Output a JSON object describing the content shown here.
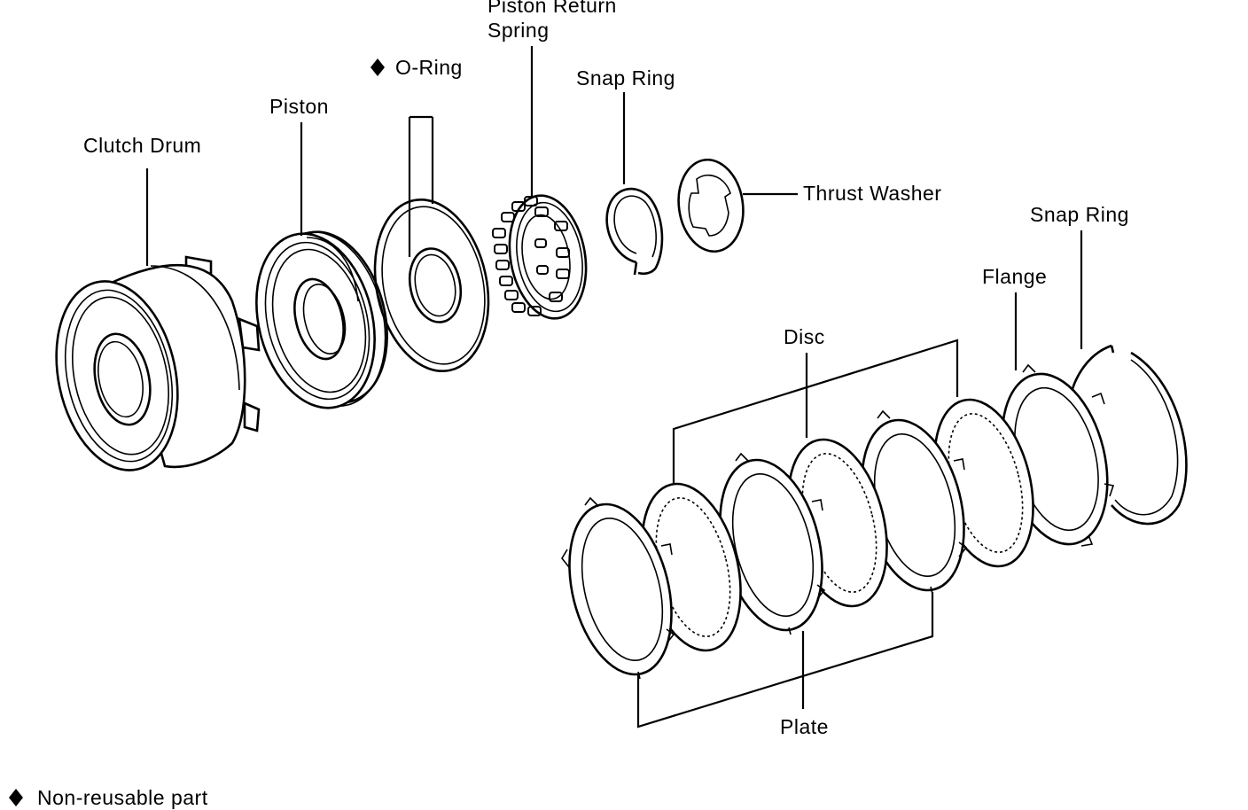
{
  "labels": {
    "clutch_drum": "Clutch Drum",
    "piston": "Piston",
    "o_ring": "O-Ring",
    "piston_return_spring_line1": "Piston Return",
    "piston_return_spring_line2": "Spring",
    "snap_ring_upper": "Snap Ring",
    "thrust_washer": "Thrust Washer",
    "snap_ring_lower": "Snap Ring",
    "flange": "Flange",
    "disc": "Disc",
    "plate": "Plate"
  },
  "legend": {
    "text": "Non-reusable part"
  },
  "icons": {
    "non_reusable_marker": "diamond-icon"
  },
  "colors": {
    "ink": "#000000",
    "paper": "#ffffff"
  }
}
